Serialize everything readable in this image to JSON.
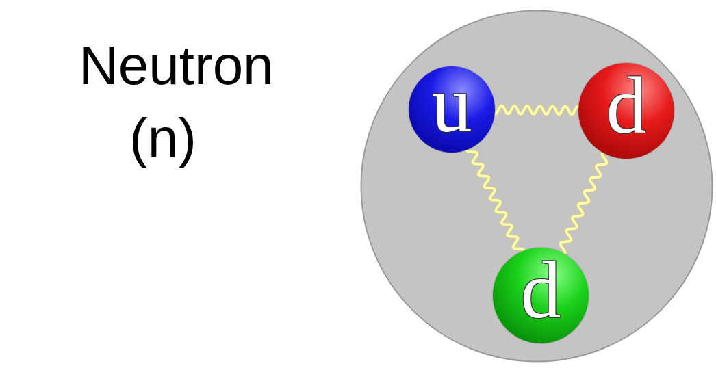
{
  "diagram": {
    "nodes": [
      {
        "text": [
          "Neutron",
          "(n)"
        ]
      },
      {
        "text": [
          "u"
        ],
        "in": 0
      },
      {
        "text": [
          "d"
        ],
        "in": 0
      },
      {
        "text": [
          "d"
        ],
        "in": 0
      }
    ],
    "edges": [
      {
        "from": 1,
        "to": 2,
        "arrow": "none"
      },
      {
        "from": 1,
        "to": 3,
        "arrow": "none"
      },
      {
        "from": 2,
        "to": 3,
        "arrow": "none"
      }
    ]
  }
}
